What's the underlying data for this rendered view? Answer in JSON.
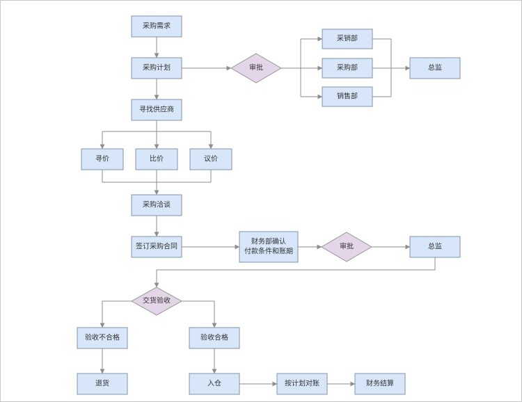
{
  "diagram": {
    "nodes": {
      "purchase_demand": "采购需求",
      "purchase_plan": "采购计划",
      "approval_1": "审批",
      "dept_sales_purchase": "采销部",
      "dept_purchase": "采购部",
      "dept_sales": "销售部",
      "director_1": "总监",
      "find_supplier": "寻找供应商",
      "inquiry": "寻价",
      "compare": "比价",
      "negotiate_price": "议价",
      "purchase_negotiation": "采购洽谈",
      "sign_contract": "签订采购合同",
      "finance_confirm": [
        "财务部确认",
        "付款条件和账期"
      ],
      "approval_2": "审批",
      "director_2": "总监",
      "delivery_inspection": "交货验收",
      "inspection_failed": "验收不合格",
      "inspection_passed": "验收合格",
      "return_goods": "退货",
      "warehousing": "入仓",
      "reconcile": "按计划对账",
      "settlement": "财务结算"
    },
    "colors": {
      "process_fill": "#d7e7f9",
      "process_stroke": "#8193a8",
      "decision_fill": "#e4d6e8",
      "decision_stroke": "#949494",
      "connector": "#8c8c8c",
      "text": "#333333",
      "frame": "#c8c8c8"
    }
  }
}
